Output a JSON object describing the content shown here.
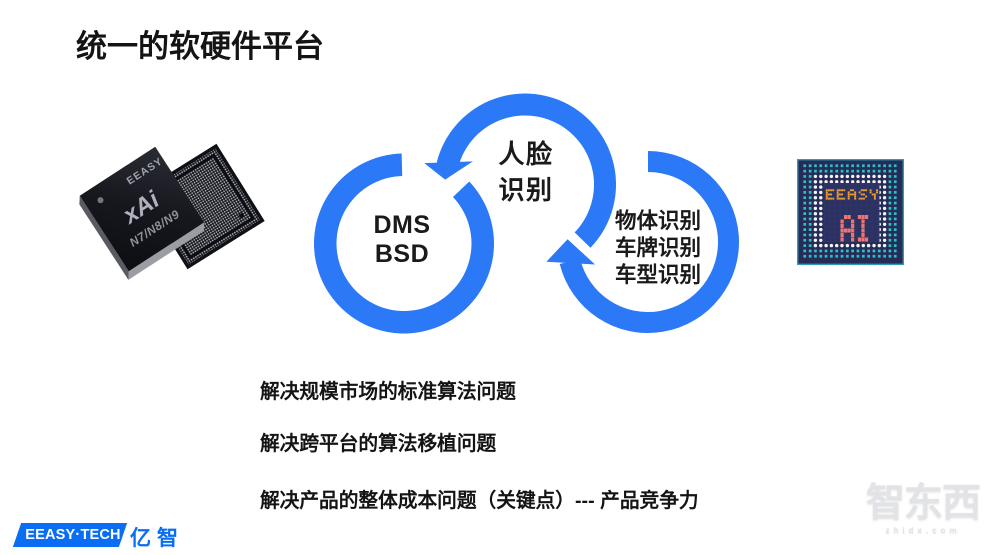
{
  "slide": {
    "title": "统一的软硬件平台"
  },
  "diagram": {
    "circle_top": {
      "label": "人脸\n识别"
    },
    "circle_left": {
      "label": "DMS\nBSD"
    },
    "circle_right": {
      "label": "物体识别\n车牌识别\n车型识别"
    }
  },
  "chip_left": {
    "brand": "EEASY",
    "name": "xAi",
    "models": "N7/N8/N9"
  },
  "chip_right": {
    "brand": "EEASY",
    "label": "AI"
  },
  "bullets": [
    "解决规模市场的标准算法问题",
    "解决跨平台的算法移植问题",
    "解决产品的整体成本问题（关键点）--- 产品竞争力"
  ],
  "footer": {
    "brand_en": "EEASY·TECH",
    "brand_cn": "亿智"
  },
  "watermark": {
    "name": "智东西",
    "domain": "zhidx.com"
  },
  "colors": {
    "arrow_blue": "#2b79f6",
    "logo_blue": "#0a6ef4",
    "chip_teal": "#2fc0bf",
    "pixel_orange": "#f0a02f",
    "pixel_salmon": "#ed7570"
  }
}
